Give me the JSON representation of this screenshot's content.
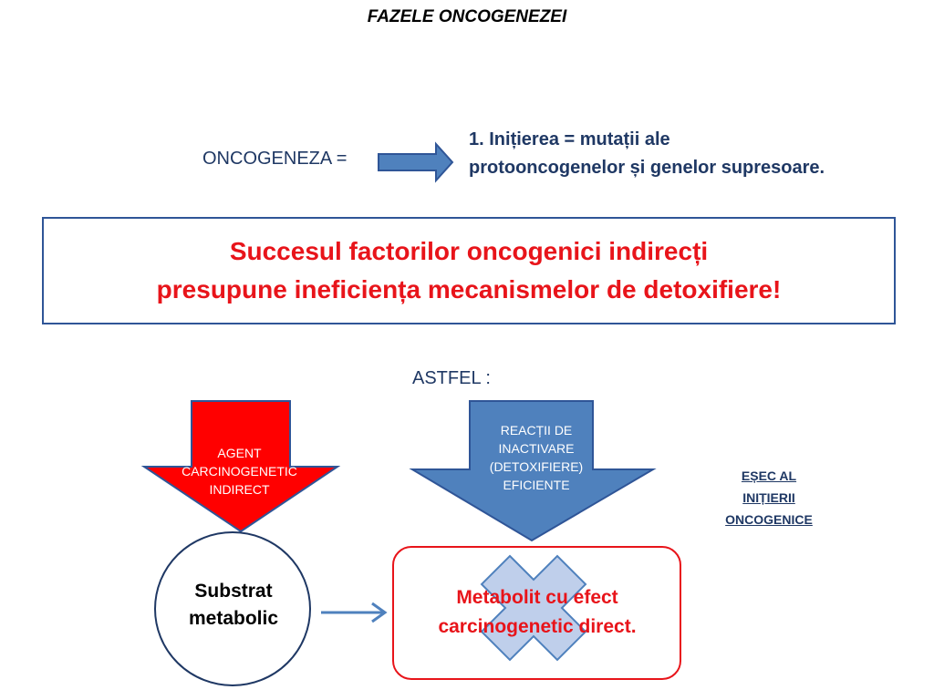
{
  "title": "FAZELE ONCOGENEZEI",
  "oncogeneza_label": "ONCOGENEZA =",
  "initiation": {
    "line1": "1. Inițierea = mutații ale",
    "line2": "protooncogenelor și genelor supresoare."
  },
  "statement": {
    "line1": "Succesul factorilor oncogenici indirecți",
    "line2": "presupune ineficiența  mecanismelor de detoxifiere!"
  },
  "astfel": "ASTFEL :",
  "agent": {
    "line1": "AGENT",
    "line2": "CARCINOGENETIC",
    "line3": "INDIRECT"
  },
  "reactions": {
    "line1": "REACȚII DE",
    "line2": "INACTIVARE",
    "line3": "(DETOXIFIERE)",
    "line4": "EFICIENTE"
  },
  "failure": {
    "line1": "EȘEC  AL",
    "line2": "INIȚIERII",
    "line3": "ONCOGENICE"
  },
  "substrate": {
    "line1": "Substrat",
    "line2": "metabolic"
  },
  "metabolite": {
    "line1": "Metabolit cu efect",
    "line2": "carcinogenetic direct."
  },
  "colors": {
    "dark_blue_text": "#1f3864",
    "red_text": "#e8141a",
    "blue_fill": "#4f81bd",
    "red_fill": "#ff0000",
    "cross_fill": "#b4c7e7"
  }
}
